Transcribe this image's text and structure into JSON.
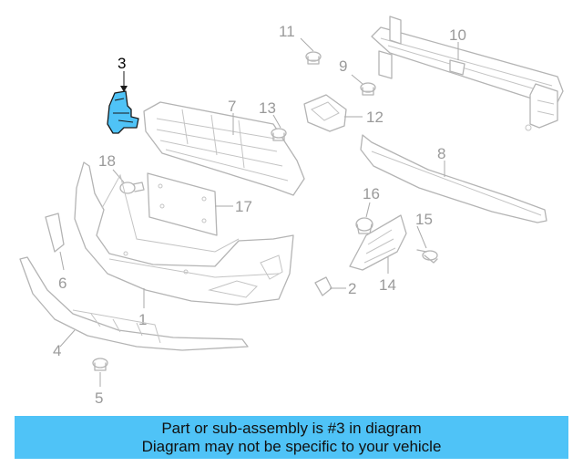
{
  "diagram": {
    "callouts": {
      "c1": "1",
      "c2": "2",
      "c3": "3",
      "c4": "4",
      "c5": "5",
      "c6": "6",
      "c7": "7",
      "c8": "8",
      "c9": "9",
      "c10": "10",
      "c11": "11",
      "c12": "12",
      "c13": "13",
      "c14": "14",
      "c15": "15",
      "c16": "16",
      "c17": "17",
      "c18": "18"
    },
    "highlighted_part": "3",
    "highlight_color": "#4fc3f7",
    "part_line_color": "#b4b4b4"
  },
  "banner": {
    "line1": "Part or sub-assembly is #3 in diagram",
    "line2": "Diagram may not be specific to your vehicle",
    "background": "#4fc3f7"
  }
}
